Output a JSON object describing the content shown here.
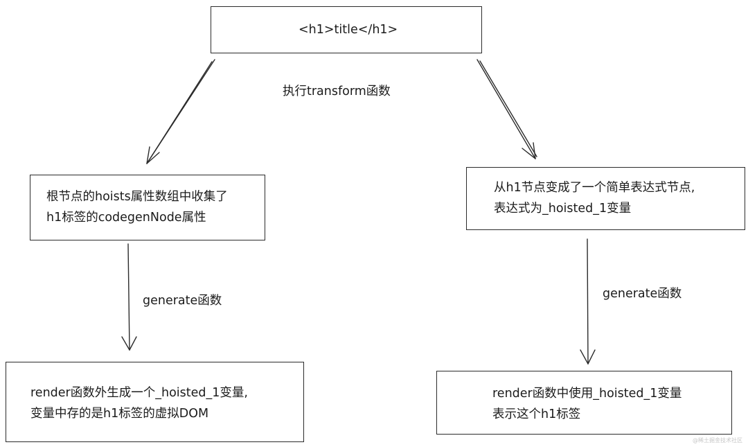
{
  "nodes": {
    "root": {
      "lines": [
        "<h1>title</h1>"
      ]
    },
    "left_top": {
      "lines": [
        "根节点的hoists属性数组中收集了",
        "h1标签的codegenNode属性"
      ]
    },
    "right_top": {
      "lines": [
        "从h1节点变成了一个简单表达式节点,",
        "表达式为_hoisted_1变量"
      ]
    },
    "left_bottom": {
      "lines": [
        "render函数外生成一个_hoisted_1变量,",
        "变量中存的是h1标签的虚拟DOM"
      ]
    },
    "right_bottom": {
      "lines": [
        "render函数中使用_hoisted_1变量",
        "表示这个h1标签"
      ]
    }
  },
  "edges": {
    "transform_label": "执行transform函数",
    "generate_left_label": "generate函数",
    "generate_right_label": "generate函数"
  },
  "watermark": "@稀土掘金技术社区"
}
